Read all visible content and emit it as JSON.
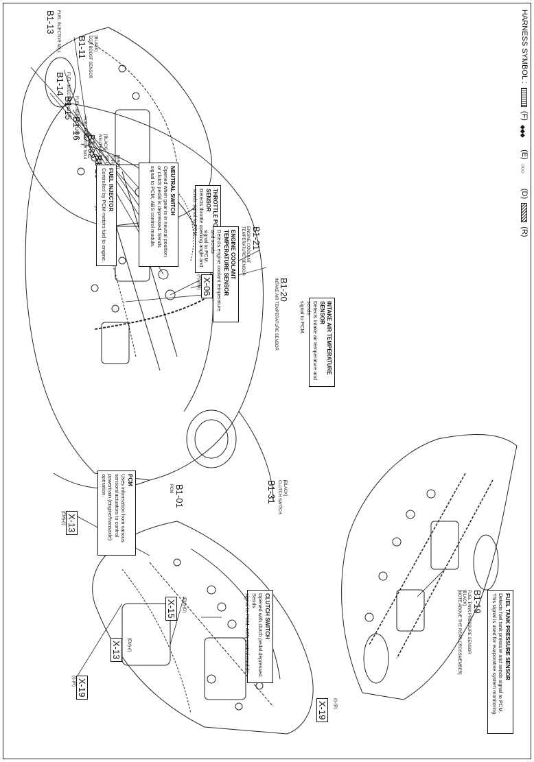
{
  "legend": {
    "title": "HARNESS SYMBOL :",
    "items": [
      {
        "code": "(F)",
        "pattern": "dotted"
      },
      {
        "code": "(E)",
        "pattern": "diamonds"
      },
      {
        "code": "(D)",
        "pattern": "circles"
      },
      {
        "code": "(R)",
        "pattern": "hatched"
      }
    ]
  },
  "views": {
    "engine_bay": "engine-bay-harness-illustration",
    "dashboard": "instrument-panel-harness-illustration",
    "cabin": "cabin-harness-illustration",
    "rear": "rear-body-harness-illustration"
  },
  "components": {
    "b1_11": {
      "pre": "[BLACK]",
      "name": "EGR BOOST SENSOR",
      "id": "B1-11"
    },
    "b1_13": {
      "name": "FUEL INJECTOR NO.1",
      "id": "B1-13"
    },
    "b1_14": {
      "name": "FUEL INJECTOR NO.2",
      "id": "B1-14"
    },
    "b1_15": {
      "name": "FUEL INJECTOR NO.3",
      "id": "B1-15"
    },
    "b1_16": {
      "name": "FUEL INJECTOR NO.4",
      "id": "B1-16"
    },
    "b1_32": {
      "pre": "[BLACK]",
      "name": "NEUTRAL SWITCH",
      "id": "B1-32"
    },
    "b1_18": {
      "pre": "[GRAY]",
      "name1": "THROTTLE POSITION",
      "name2": "SENSOR",
      "id": "B1-18"
    },
    "b1_21": {
      "id": "B1-21",
      "name1": "ENGINE COOLANT",
      "name2": "TEMPERATURE SENSOR"
    },
    "b1_20": {
      "id": "B1-20",
      "name": "INTAKE AIR TEMPERATURE SENSOR"
    },
    "b1_31": {
      "pre": "[BLACK]",
      "name": "CLUTCH SWITCH",
      "id": "B1-31"
    },
    "b1_01": {
      "id": "B1-01",
      "name": "PCM"
    },
    "b1_19": {
      "id": "B1-19",
      "name1": "FUEL TANK PRESSURE SENSOR",
      "name2": "[BLACK]",
      "name3": "[NOTE:ABOVE THE REAR CROSSMEMBER]"
    }
  },
  "connectors": {
    "x06": {
      "id": "X-06",
      "tag": "(F)-(EM)"
    },
    "x13_a": {
      "id": "X-13",
      "tag": "(EM)-(I)"
    },
    "x15": {
      "id": "X-15",
      "tag": "(EM)-(D)"
    },
    "x13_b": {
      "id": "X-13",
      "tag": "(EM)-(I)"
    },
    "x19_a": {
      "id": "X-19",
      "tag": "(I)-(R)"
    },
    "x19_b": {
      "id": "X-19",
      "tag": "(I)-(R)"
    }
  },
  "descriptions": {
    "fuel_injector": {
      "title": "FUEL INJECTOR",
      "body": "Controlled by PCM meters fuel to engine."
    },
    "neutral_switch": {
      "title": "NEUTRAL SWITCH",
      "l1": "Opened when gear is in neutral position",
      "l2": "or clutch pedal is depressed. Sends",
      "l3": "signal to PCM, ABS control module."
    },
    "throttle": {
      "title": "THROTTLE POSITION SENSOR",
      "l1": "Detects throttle opening angle and",
      "l2": "sends signal to PCM."
    },
    "ect": {
      "title": "ENGINE COOLANT TEMPERATURE SENSOR",
      "l1": "Detects engine coolant temperature and sends",
      "l2": "signal to PCM."
    },
    "iat": {
      "title": "INTAKE AIR TEMPERATURE SENSOR",
      "l1": "Detects intake air temperature and sends",
      "l2": "signal to PCM."
    },
    "clutch": {
      "title": "CLUTCH SWITCH",
      "l1": "Opened with clutch pedal depressed. Sends",
      "l2": "signal to PCM, ABS control module."
    },
    "pcm": {
      "title": "PCM",
      "l1": "Uses information from various",
      "l2": "sensors/actuators to control",
      "l3": "powertrain (engine/transaxle)",
      "l4": "operation."
    },
    "ftp": {
      "title": "FUEL TANK PRESSURE SENSOR",
      "l1": "Detects fuel tank pressure and sends signal to PCM.",
      "l2": "This signal is used for evaporative system monitoring."
    }
  }
}
